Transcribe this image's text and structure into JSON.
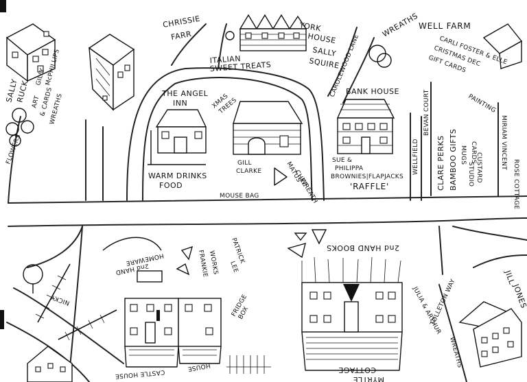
{
  "map": {
    "labels": {
      "chrissie_farr": [
        "CHRISSIE",
        "FARR"
      ],
      "italian": [
        "ITALIAN",
        "SWEET TREATS"
      ],
      "york_house": [
        "YORK",
        "HOUSE"
      ],
      "sally_squire": [
        "SALLY",
        "SQUIRE"
      ],
      "carolewood_lane": "CAROLEWOOD LANE",
      "wreaths_top": "WREATHS",
      "well_farm": "WELL FARM",
      "carli": [
        "CARLI FOSTER & ELLE",
        "CRISTMAS DEC",
        "GIFT CARDS"
      ],
      "sally_ruck": [
        "SALLY",
        "RUCK"
      ],
      "flowers": "FLOWERS",
      "gilly": [
        "GILLY",
        "McPHILLIPS"
      ],
      "art_cards": [
        "ART",
        "& CARDS"
      ],
      "wreaths_left": "WREATHS",
      "the_angel_inn": [
        "THE ANGEL",
        "INN"
      ],
      "xmas_trees": [
        "XMAS",
        "TREES"
      ],
      "warm_drinks": [
        "WARM DRINKS",
        "FOOD"
      ],
      "gill_clarke": [
        "GILL",
        "CLARKE"
      ],
      "mouse_bag": "MOUSE BAG",
      "matus": [
        "MATUS",
        "CHEZ",
        "WREATH"
      ],
      "bank_house": "BANK HOUSE",
      "sue_philippa": [
        "SUE &",
        "PHILIPPA",
        "BROWNIES|FLAPJACKS",
        "'RAFFLE'"
      ],
      "wellfield": "WELLFIELD",
      "bevan_court": "BEVAN COURT",
      "clare_perks": [
        "CLARE PERKS",
        "BAMBOO GIFTS"
      ],
      "rose_cottage": "ROSE COTTAGE",
      "miriam_vincent": "MIRIAM VINCENT",
      "painting_cards": [
        "PAINTING",
        "CARDS"
      ],
      "mugs": [
        "MUGS",
        "CUSTARD",
        "STUDIO"
      ],
      "homeware": [
        "2nd HAND",
        "HOMEWARE"
      ],
      "frankie": [
        "FRANKIE",
        "WORKS"
      ],
      "patrick_lee": [
        "PATRICK",
        "LEE"
      ],
      "books": "2nd HAND BOOKS",
      "julia": "JULIA & ARTHUR",
      "tolleton_way": "TOLLETON WAY",
      "jill_jones": [
        "JILL",
        "JONES"
      ],
      "wreaths_bottom": "WREATHS",
      "nicky": "NICKY",
      "castle_house": "CASTLE HOUSE",
      "house_bottom": "HOUSE",
      "myrtle_cottage": [
        "MYRTLE",
        "COTTAGE"
      ],
      "fridge_box": [
        "FRIDGE",
        "BOX"
      ]
    }
  }
}
